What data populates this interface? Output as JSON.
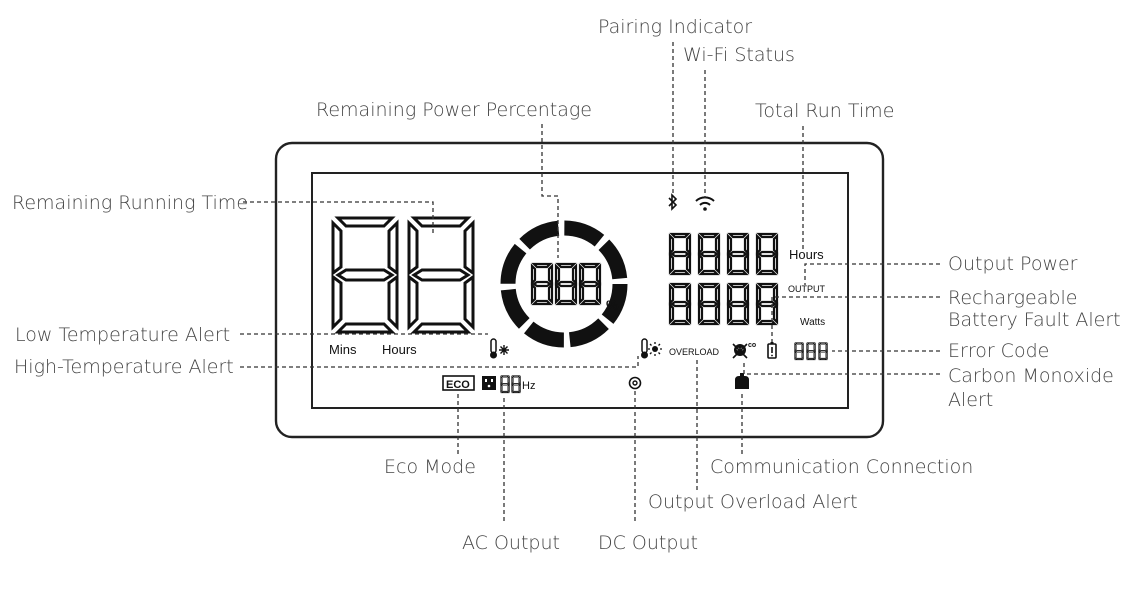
{
  "callouts": {
    "pairing_indicator": "Pairing Indicator",
    "wifi_status": "Wi-Fi Status",
    "remaining_power_percentage": "Remaining Power Percentage",
    "total_run_time": "Total Run Time",
    "remaining_running_time": "Remaining Running Time",
    "output_power": "Output Power",
    "rechargeable_battery_fault_alert_line1": "Rechargeable",
    "rechargeable_battery_fault_alert_line2": "Battery Fault Alert",
    "low_temperature_alert": "Low Temperature Alert",
    "high_temperature_alert": "High-Temperature Alert",
    "error_code": "Error Code",
    "carbon_monoxide_alert_line1": "Carbon Monoxide",
    "carbon_monoxide_alert_line2": "Alert",
    "eco_mode": "Eco Mode",
    "communication_connection": "Communication Connection",
    "output_overload_alert": "Output Overload Alert",
    "ac_output": "AC Output",
    "dc_output": "DC Output"
  },
  "lcd": {
    "time_units": [
      "Mins",
      "Hours"
    ],
    "percent_sign": "%",
    "hours_label": "Hours",
    "output_label": "OUTPUT",
    "watts_label": "Watts",
    "overload_label": "OVERLOAD",
    "eco_label": "ECO",
    "hz_label": "Hz",
    "co_label": "co"
  },
  "icons": [
    "bluetooth-icon",
    "wifi-icon",
    "low-temperature-icon",
    "high-temperature-icon",
    "ac-socket-icon",
    "dc-output-icon",
    "communication-icon",
    "carbon-monoxide-icon",
    "battery-fault-icon"
  ]
}
